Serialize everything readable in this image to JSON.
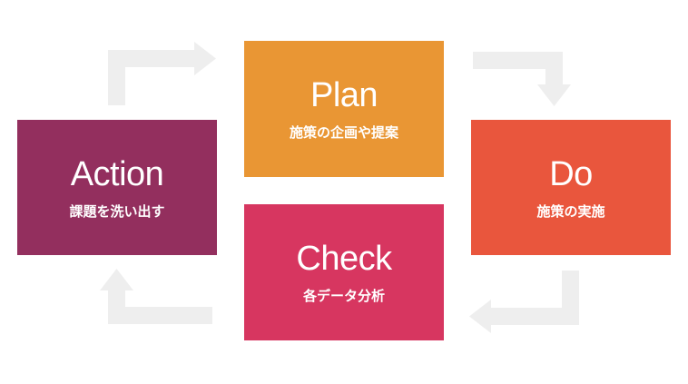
{
  "colors": {
    "plan": "#e99634",
    "do": "#e9563d",
    "check": "#d73660",
    "action": "#932f5e",
    "arrow": "#eeeeee"
  },
  "cycle": {
    "plan": {
      "title": "Plan",
      "subtitle": "施策の企画や提案"
    },
    "do": {
      "title": "Do",
      "subtitle": "施策の実施"
    },
    "check": {
      "title": "Check",
      "subtitle": "各データ分析"
    },
    "action": {
      "title": "Action",
      "subtitle": "課題を洗い出す"
    }
  }
}
